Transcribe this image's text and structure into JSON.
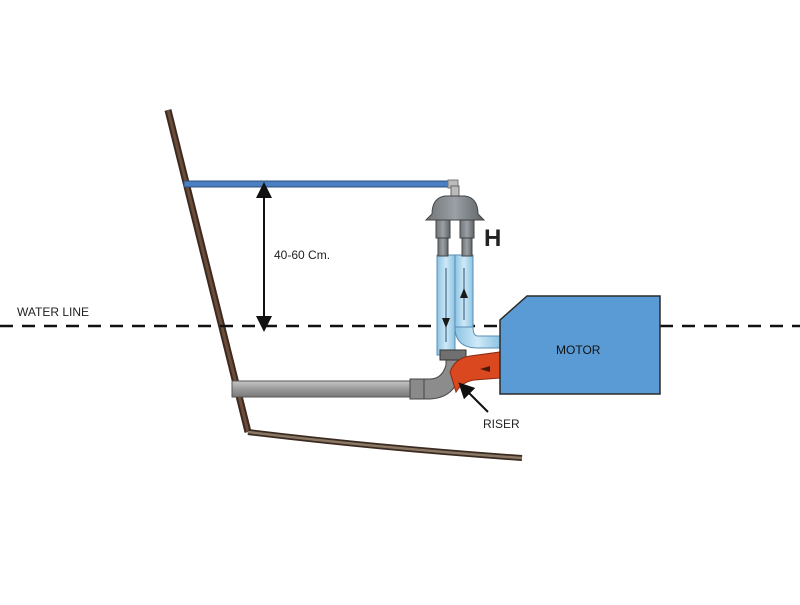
{
  "labels": {
    "water_line": "WATER LINE",
    "height_range": "40-60 Cm.",
    "component_h": "H",
    "motor": "MOTOR",
    "riser": "RISER"
  },
  "colors": {
    "hull": "#5a3b2c",
    "hose": "#4a7fc1",
    "motor_fill": "#5b9bd5",
    "motor_stroke": "#2b2b2b",
    "exhaust_hot": "#d9481f",
    "pipe_gray": "#9e9e9e",
    "water_hose": "#a6d3ec"
  },
  "icons": [
    "dimension-arrow",
    "flow-arrow",
    "riser-pointer-arrow"
  ]
}
